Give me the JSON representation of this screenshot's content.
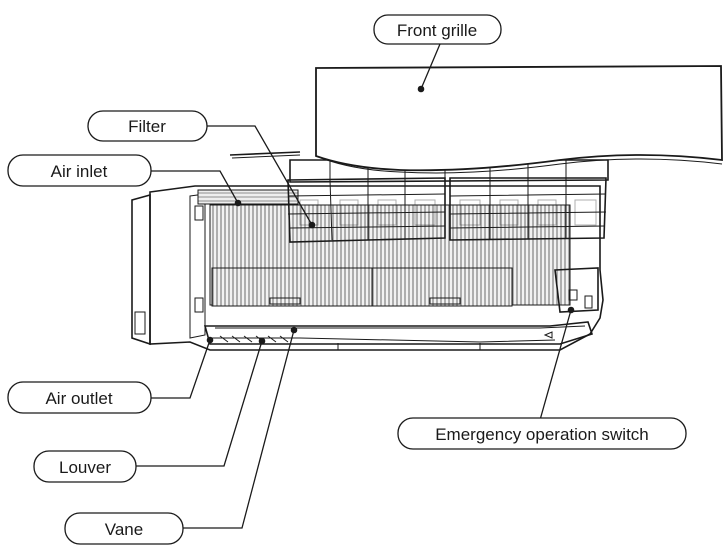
{
  "labels": {
    "front_grille": "Front grille",
    "filter": "Filter",
    "air_inlet": "Air inlet",
    "air_outlet": "Air outlet",
    "louver": "Louver",
    "vane": "Vane",
    "emergency_switch": "Emergency operation switch"
  }
}
